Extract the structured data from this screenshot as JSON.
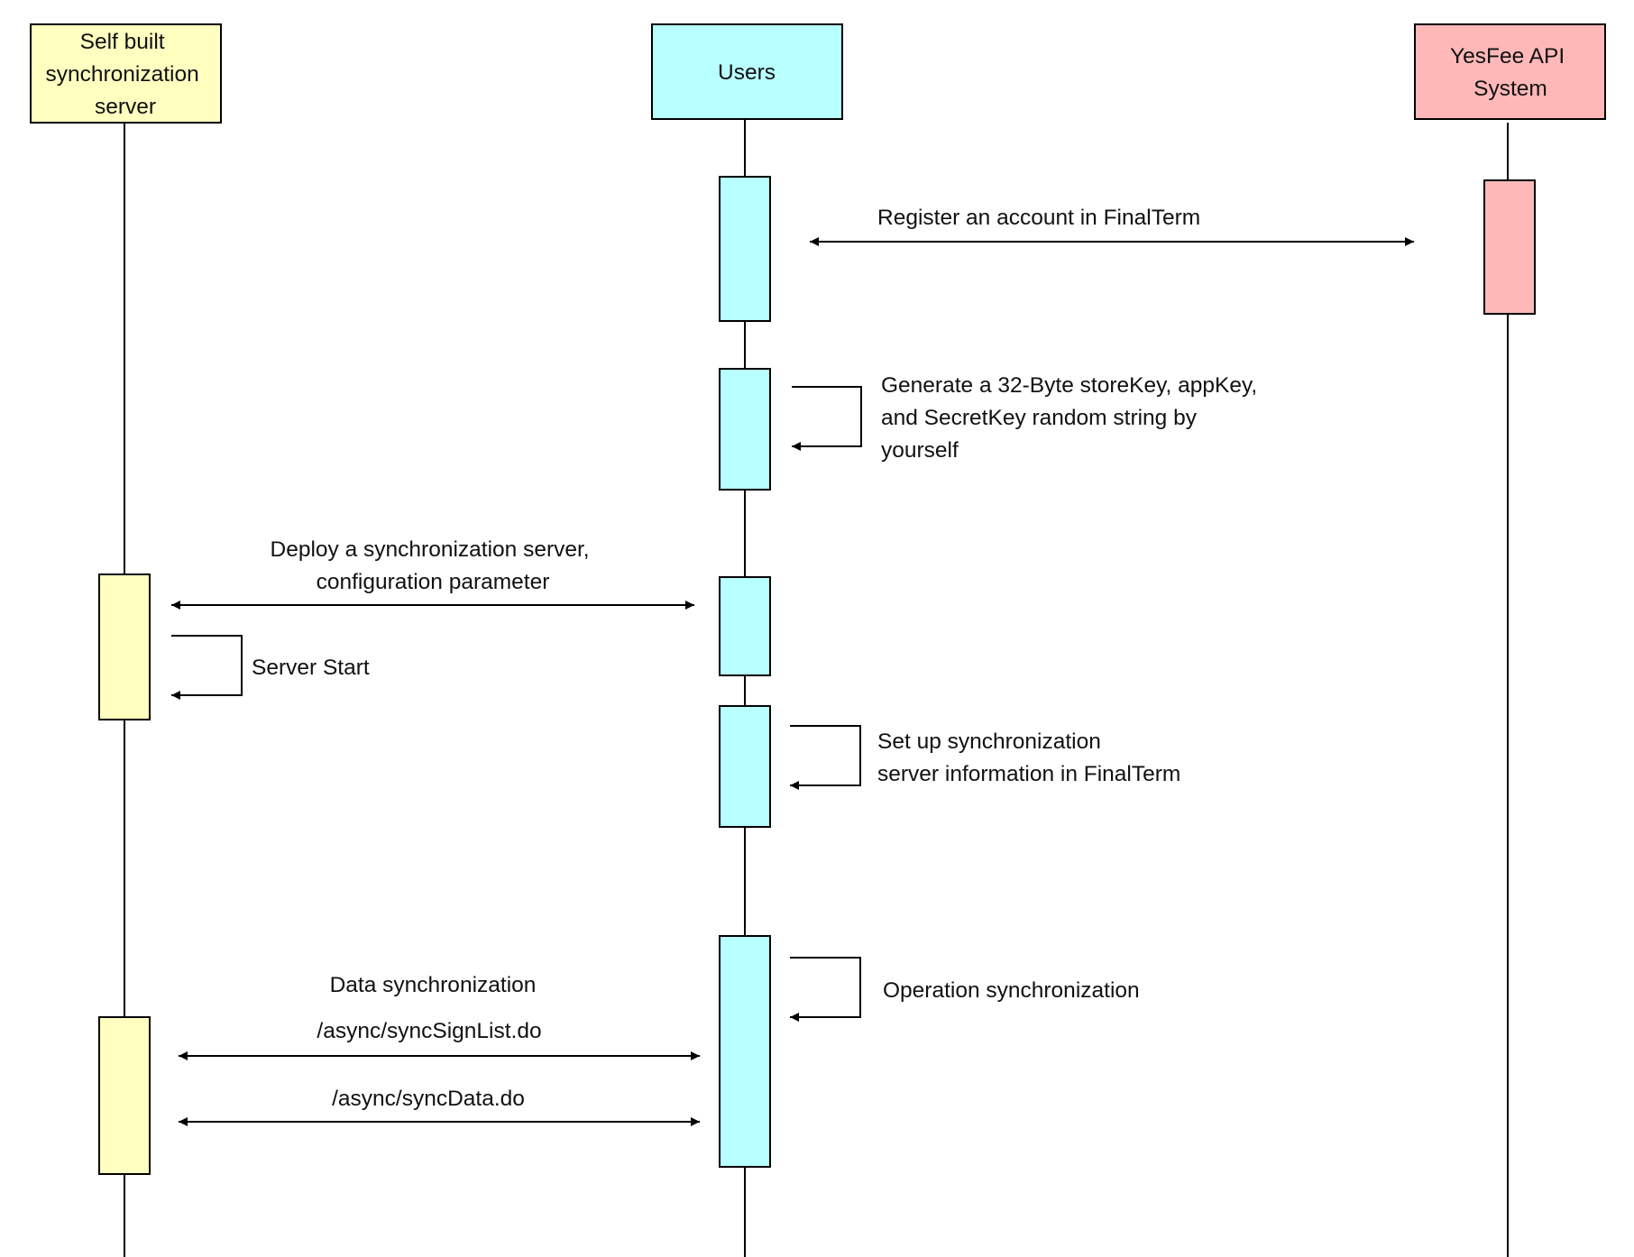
{
  "colors": {
    "server": "#FFFFC0",
    "users": "#B8FFFF",
    "api": "#FFB8B8"
  },
  "participants": {
    "server": {
      "lines": [
        "Self built",
        "synchronization",
        "server"
      ]
    },
    "users": {
      "lines": [
        "Users"
      ]
    },
    "api": {
      "lines": [
        "YesFee API",
        "System"
      ]
    }
  },
  "messages": {
    "register": {
      "lines": [
        "Register an account in FinalTerm"
      ]
    },
    "generate": {
      "lines": [
        "Generate a 32-Byte storeKey, appKey,",
        "and SecretKey random string by",
        "yourself"
      ]
    },
    "deploy": {
      "lines": [
        "Deploy a synchronization server,",
        "configuration parameter"
      ]
    },
    "server_start": {
      "lines": [
        "Server Start"
      ]
    },
    "setup": {
      "lines": [
        "Set up synchronization",
        "server information in FinalTerm"
      ]
    },
    "operation": {
      "lines": [
        "Operation synchronization"
      ]
    },
    "data_sync": {
      "lines": [
        "Data synchronization"
      ]
    },
    "sign_list": {
      "lines": [
        "/async/syncSignList.do"
      ]
    },
    "sync_data": {
      "lines": [
        "/async/syncData.do"
      ]
    }
  }
}
